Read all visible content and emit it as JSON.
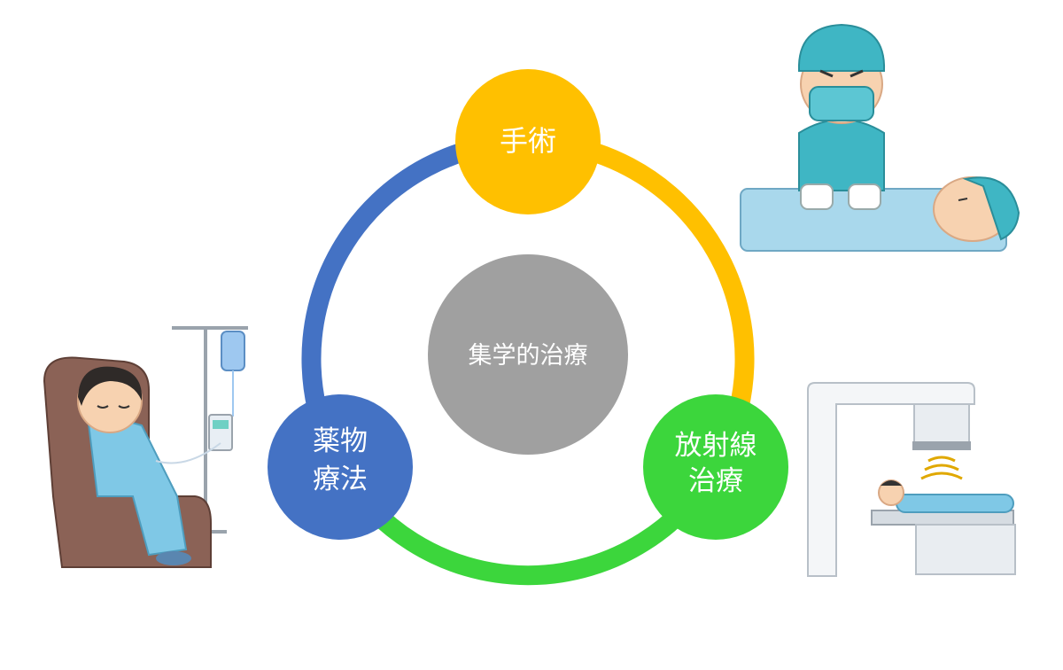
{
  "center": {
    "label": "集学的治療",
    "color": "#A0A0A0"
  },
  "nodes": {
    "surgery": {
      "lines": [
        "手術"
      ],
      "color": "#FFC000"
    },
    "radiation": {
      "lines": [
        "放射線",
        "治療"
      ],
      "color": "#3CD63C"
    },
    "drug": {
      "lines": [
        "薬物",
        "療法"
      ],
      "color": "#4472C4"
    }
  },
  "ring": {
    "right_arc_color": "#FFC000",
    "bottom_arc_color": "#3CD63C",
    "left_arc_color": "#4472C4"
  },
  "illustrations": {
    "surgeon": "surgeon-with-patient-illustration",
    "radiation_machine": "radiation-therapy-machine-illustration",
    "iv_patient": "patient-with-iv-drip-illustration"
  }
}
